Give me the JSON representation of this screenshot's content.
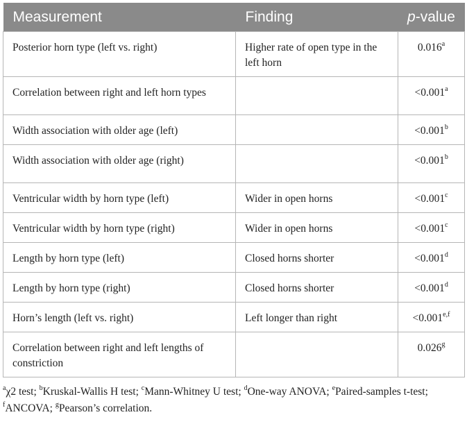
{
  "headers": {
    "measurement": "Measurement",
    "finding": "Finding",
    "p_prefix": "p",
    "p_suffix": "-value"
  },
  "rows": [
    {
      "measurement": "Posterior horn type (left vs. right)",
      "finding": "Higher rate of open type in the left horn",
      "p": "0.016",
      "sup": "a"
    },
    {
      "measurement": "Correlation between right and left horn types",
      "finding": "",
      "p": "<0.001",
      "sup": "a"
    },
    {
      "measurement": "Width association with older age (left)",
      "finding": "",
      "p": "<0.001",
      "sup": "b"
    },
    {
      "measurement": "Width association with older age (right)",
      "finding": "",
      "p": "<0.001",
      "sup": "b"
    },
    {
      "measurement": "Ventricular width by horn type (left)",
      "finding": "Wider in open horns",
      "p": "<0.001",
      "sup": "c"
    },
    {
      "measurement": "Ventricular width by horn type (right)",
      "finding": "Wider in open horns",
      "p": "<0.001",
      "sup": "c"
    },
    {
      "measurement": "Length by horn type (left)",
      "finding": "Closed horns shorter",
      "p": "<0.001",
      "sup": "d"
    },
    {
      "measurement": "Length by horn type (right)",
      "finding": "Closed horns shorter",
      "p": "<0.001",
      "sup": "d"
    },
    {
      "measurement": "Horn’s length (left vs. right)",
      "finding": "Left longer than right",
      "p": "<0.001",
      "sup": "e,f"
    },
    {
      "measurement": "Correlation between right and left lengths of constriction",
      "finding": "",
      "p": "0.026",
      "sup": "g"
    }
  ],
  "footnotes": [
    {
      "mark": "a",
      "text": "χ2 test; "
    },
    {
      "mark": "b",
      "text": "Kruskal-Wallis H test; "
    },
    {
      "mark": "c",
      "text": "Mann-Whitney U test; "
    },
    {
      "mark": "d",
      "text": "One-way ANOVA; "
    },
    {
      "mark": "e",
      "text": "Paired-samples t-test; "
    },
    {
      "mark": "f",
      "text": "ANCOVA; "
    },
    {
      "mark": "g",
      "text": "Pearson’s correlation."
    }
  ]
}
